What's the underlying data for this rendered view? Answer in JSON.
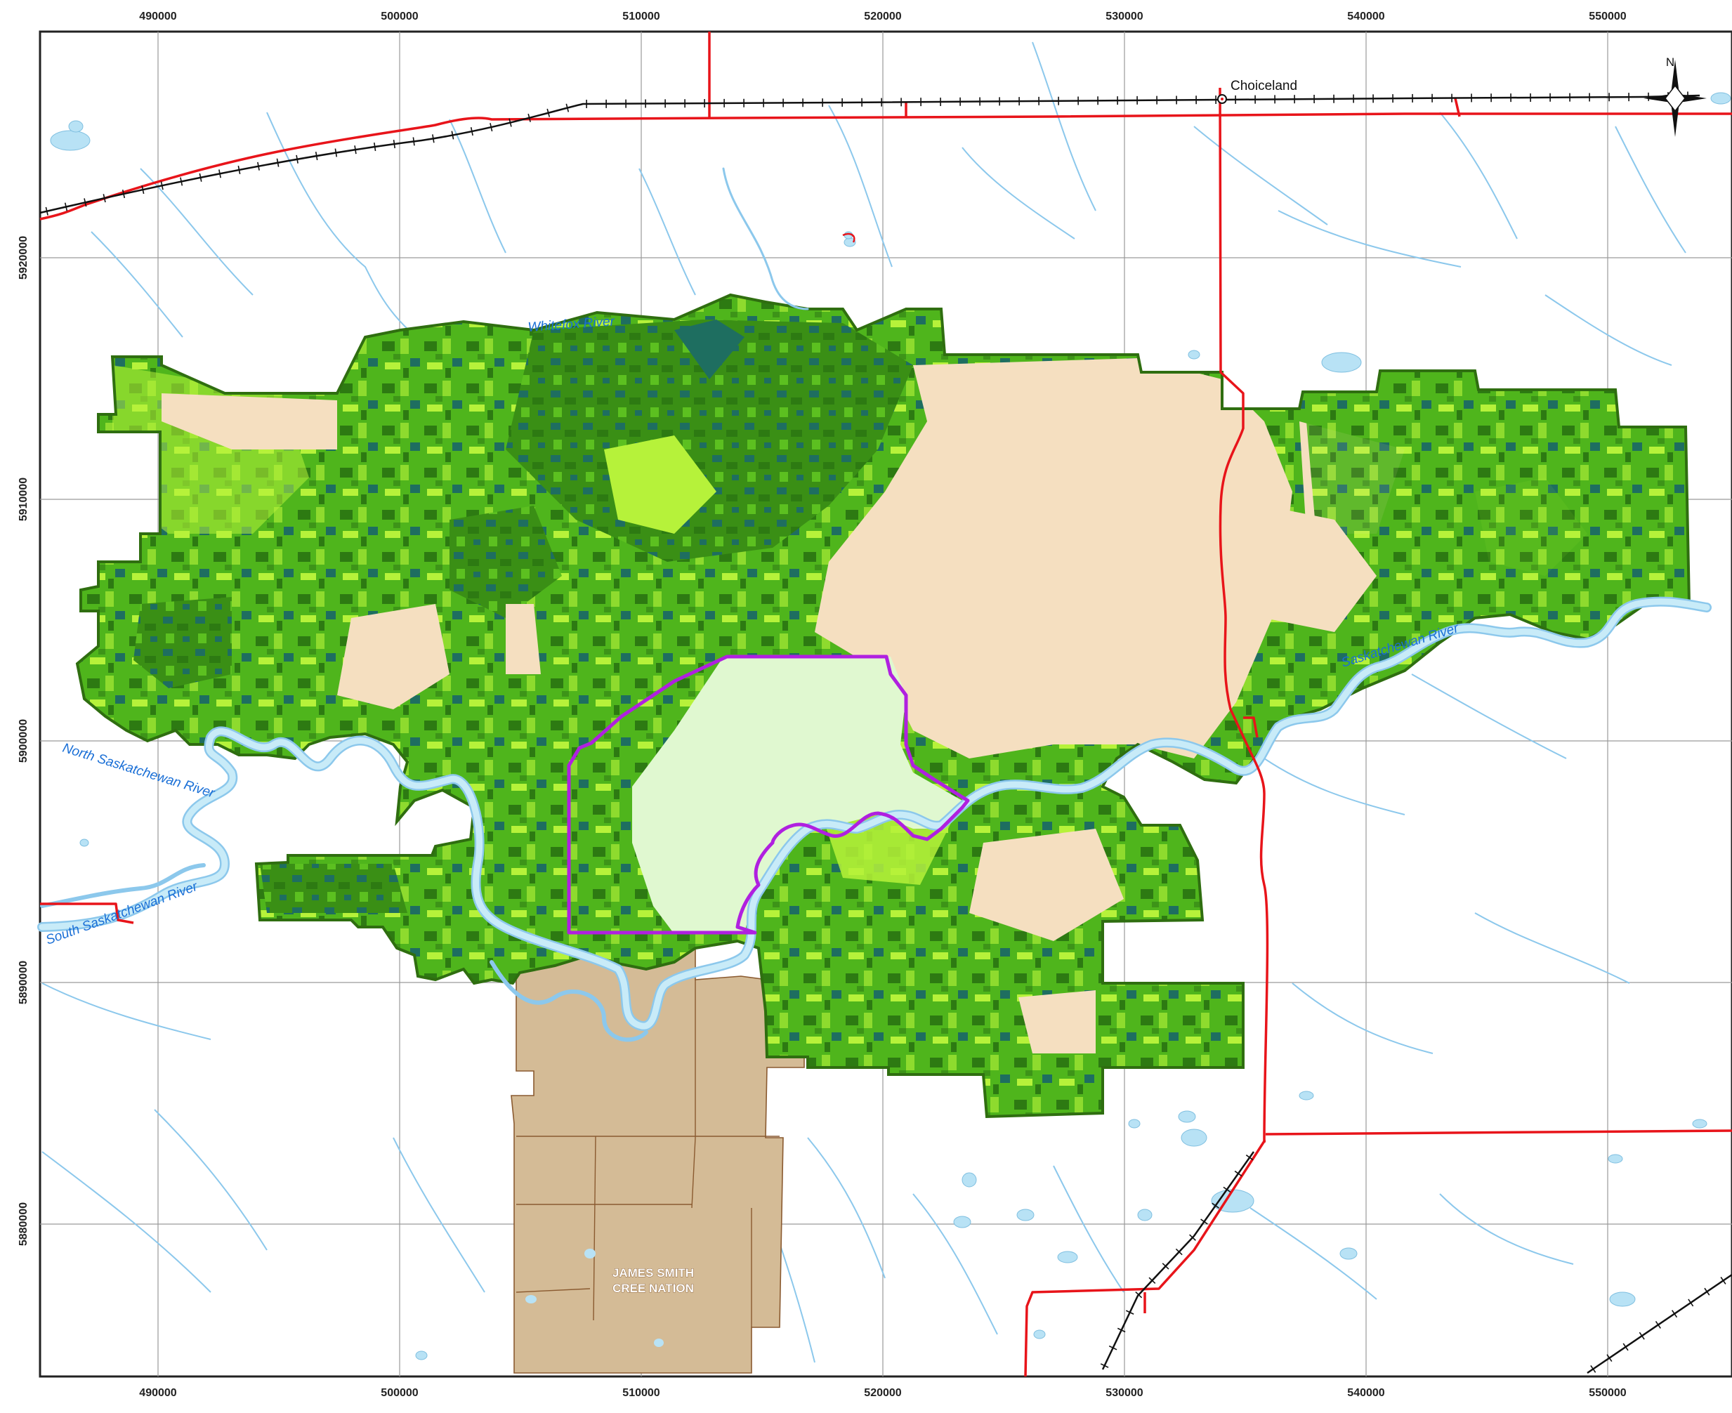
{
  "map": {
    "x_ticks": [
      "490000",
      "500000",
      "510000",
      "520000",
      "530000",
      "540000",
      "550000"
    ],
    "y_ticks": [
      "5920000",
      "5910000",
      "5900000",
      "5890000",
      "5880000"
    ],
    "labels": {
      "whitefox": "Whitefox River",
      "north_sask": "North Saskatchewan River",
      "south_sask": "South Saskatchewan River",
      "sask": "Saskatchewan River",
      "town": "Choiceland",
      "reserve_line1": "JAMES SMITH",
      "reserve_line2": "CREE NATION",
      "north": "N"
    },
    "colors": {
      "dark_forest": "#2d7a12",
      "mid_forest": "#4fb51c",
      "light_forest": "#8edb2e",
      "bright_green": "#b6f23a",
      "teal_forest": "#1e6e60",
      "cleared_tan": "#f5dfc0",
      "pale_green": "#e0f8d0",
      "reserve_tan": "#d4bb96",
      "water": "#b8e2f5",
      "stream": "#8cc8ec",
      "road": "#e8141a",
      "rail": "#111111",
      "study_area": "#b020e0",
      "boundary": "#2f6e10"
    }
  }
}
